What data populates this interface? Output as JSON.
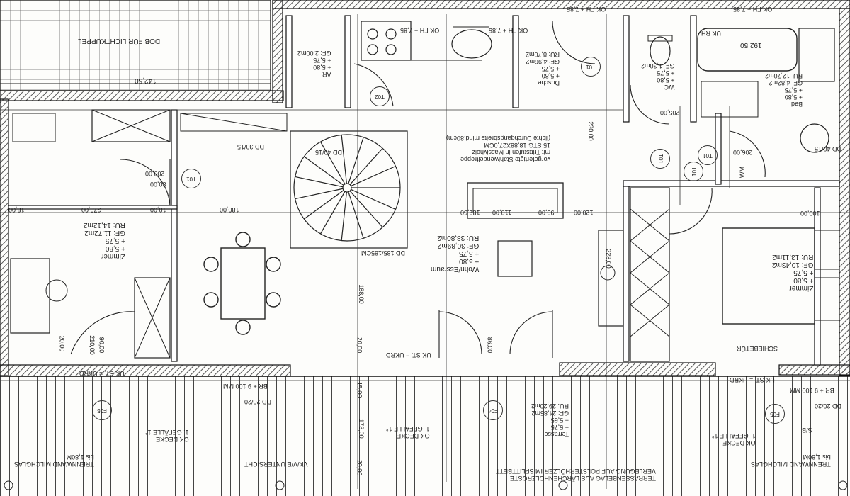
{
  "top_labels": {
    "dg_lichtkuppel": "DOB FÜR LICHTKUPPEL",
    "dim_142_50": "142,50",
    "ok_fh_top": "OK FH + 7,85",
    "ok_fh_top2": "OK FH + 7,85",
    "ok_fh_right": "OK FH + 7,85",
    "dim_192_50": "192,50",
    "ok_rh_right": "UK RH",
    "top_row_misc": "OK FH + 7,85"
  },
  "rooms": {
    "ar": "AR\n+ 5,80\n+ 5,75\nGF: 2,00m2",
    "dusche": "Dusche\n+ 5,80\n+ 5,75\nGF: 4,96m2\nRU: 8,70m2",
    "wc": "WC\n+ 5,80\n+ 5,75\nGF: 1,30m2",
    "bad": "Bad\n+ 5,80\n+ 5,75\nGF: 4,82m2\nRU: 12,70m2",
    "zimmer_left": "Zimmer\n+ 5,80\n+ 5,75\nGF: 11,72m2\nRU: 14,12m2",
    "wohn": "Wohn/Essraum\n+ 5,80\n+ 5,75\nGF: 30,89m2\nRU: 38,80m2",
    "zimmer_right": "Zimmer\n+ 5,80\n+ 5,75\nGF: 10,43m2\nRU: 13,11m2",
    "terrasse": "Terrasse\n+ 5,75\n+ 5,65\nGF: 24,85m2\nRU: 29,20m2",
    "wm": "WM"
  },
  "stair": {
    "note": "vorgefertigte Stahlwendeltreppe\nmit Trittstufen in Massivholz\n15 STG 18,88X27,0CM\n(lichte Durchgangsbreite mind.80cm)",
    "dd_top": "DD 40/15",
    "dd_main": "DD 185/185CM",
    "dd_30": "DD 30/15"
  },
  "doors": {
    "t01_left": "T01",
    "t01_top": "T01",
    "t01_right": "T01",
    "t01_right2": "T01",
    "t01_right3": "T01",
    "t02": "T02",
    "dd_right": "DD 40/15"
  },
  "dims": {
    "d18": "18,00",
    "d275": "275,00",
    "d10": "10,00",
    "d180": "180,00",
    "d182": "182,50",
    "d110": "110,00",
    "d95": "95,00",
    "d120": "120,00",
    "d100": "100,00",
    "d200": "200,00",
    "d80": "80,00",
    "d205": "205,00",
    "d230": "230,00",
    "d228": "228,00",
    "d20": "20,00",
    "d210": "210,00",
    "d90": "90,00",
    "d188": "188,00",
    "d20b": "20,00",
    "d86": "86,00",
    "d206": "206,00"
  },
  "bottom": {
    "uk_st_left": "UK ST. = UKRD",
    "uk_st_mid": "UK ST. = UKRD",
    "uk_st_right": "UK ST. = UKRD",
    "br_left": "BR + 9 100 MM",
    "br_right": "BR + 9 100 MM",
    "dd_left": "DD 20/20",
    "dd_right": "DD 20/20",
    "ok_decke_left": "OK DECKE\n1. GEFÄLLE 1°",
    "ok_decke_mid": "OK DECKE\n1. GEFÄLLE 1°",
    "ok_decke_right": "OK DECKE\n1. GEFÄLLE 1°",
    "trennwand_left": "TRENNWAND MILCHGLAS\nbis 1,80M",
    "trennwand_right": "TRENNWAND MILCHGLAS\nbis 1,80M",
    "vk": "VK/V/E UNTERSICHT",
    "terrassenbelag": "TERRASSENBELAG AUS LÄRCHENHOLZROSTE\nVERLEGUNG AUF POLSTERHÖLZER IM SPLITTBETT",
    "f05_left": "F05",
    "f04": "F04",
    "f05_right": "F05",
    "sb": "S/B",
    "schiebetuer": "SCHIEBETÜR",
    "d15": "15,00",
    "d173": "173,00",
    "d20": "20,00"
  }
}
